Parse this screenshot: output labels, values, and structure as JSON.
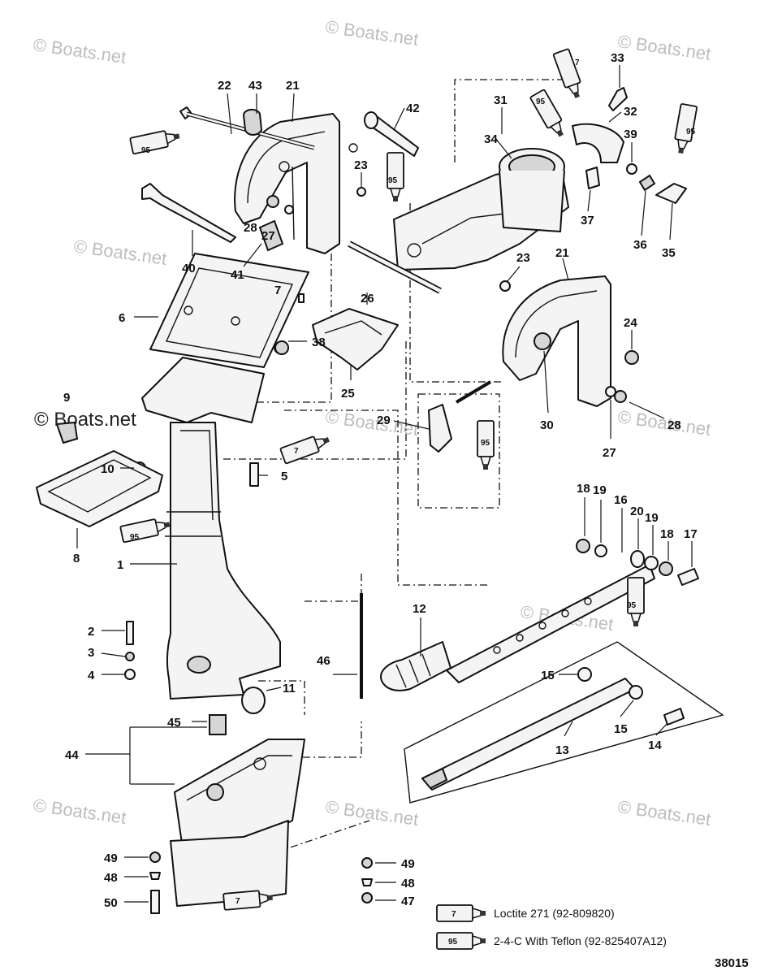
{
  "watermarks": [
    "© Boats.net",
    "© Boats.net",
    "© Boats.net",
    "© Boats.net",
    "© Boats.net",
    "© Boats.net",
    "© Boats.net",
    "© Boats.net",
    "© Boats.net",
    "© Boats.net",
    "© Boats.net"
  ],
  "callouts": {
    "n1": "1",
    "n2": "2",
    "n3": "3",
    "n4": "4",
    "n5": "5",
    "n6": "6",
    "n7": "7",
    "n8": "8",
    "n9": "9",
    "n10": "10",
    "n11": "11",
    "n12": "12",
    "n13": "13",
    "n14": "14",
    "n15": "15",
    "n16": "16",
    "n17": "17",
    "n18": "18",
    "n19": "19",
    "n20": "20",
    "n21": "21",
    "n22": "22",
    "n23": "23",
    "n24": "24",
    "n25": "25",
    "n26": "26",
    "n27": "27",
    "n28": "28",
    "n29": "29",
    "n30": "30",
    "n31": "31",
    "n32": "32",
    "n33": "33",
    "n34": "34",
    "n35": "35",
    "n36": "36",
    "n37": "37",
    "n38": "38",
    "n39": "39",
    "n40": "40",
    "n41": "41",
    "n42": "42",
    "n43": "43",
    "n44": "44",
    "n45": "45",
    "n46": "46",
    "n47": "47",
    "n48": "48",
    "n49": "49",
    "n50": "50"
  },
  "tube_labels": {
    "t7": "7",
    "t95": "95"
  },
  "legend": {
    "loctite_label": "Loctite 271 (92-809820)",
    "grease_label": "2-4-C  With Teflon (92-825407A12)"
  },
  "diagram_ref": "38015"
}
